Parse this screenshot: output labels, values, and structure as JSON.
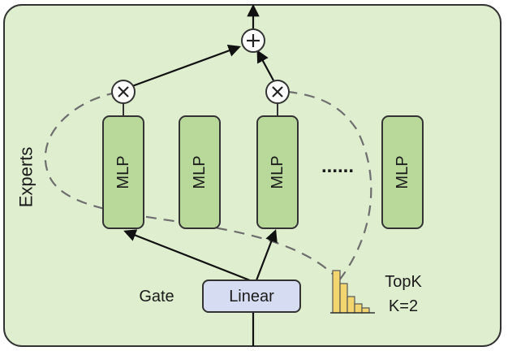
{
  "side_label": "Experts",
  "experts": [
    {
      "label": "MLP"
    },
    {
      "label": "MLP"
    },
    {
      "label": "MLP"
    },
    {
      "label": "MLP"
    }
  ],
  "ellipsis": "......",
  "gate_label": "Gate",
  "linear_label": "Linear",
  "topk_label": "TopK",
  "k_label": "K=2",
  "colors": {
    "panel_bg": "#deeecf",
    "expert_fill": "#b8d99a",
    "linear_fill": "#d6dcf2",
    "hist_fill": "#f2d56e",
    "stroke": "#333333"
  }
}
